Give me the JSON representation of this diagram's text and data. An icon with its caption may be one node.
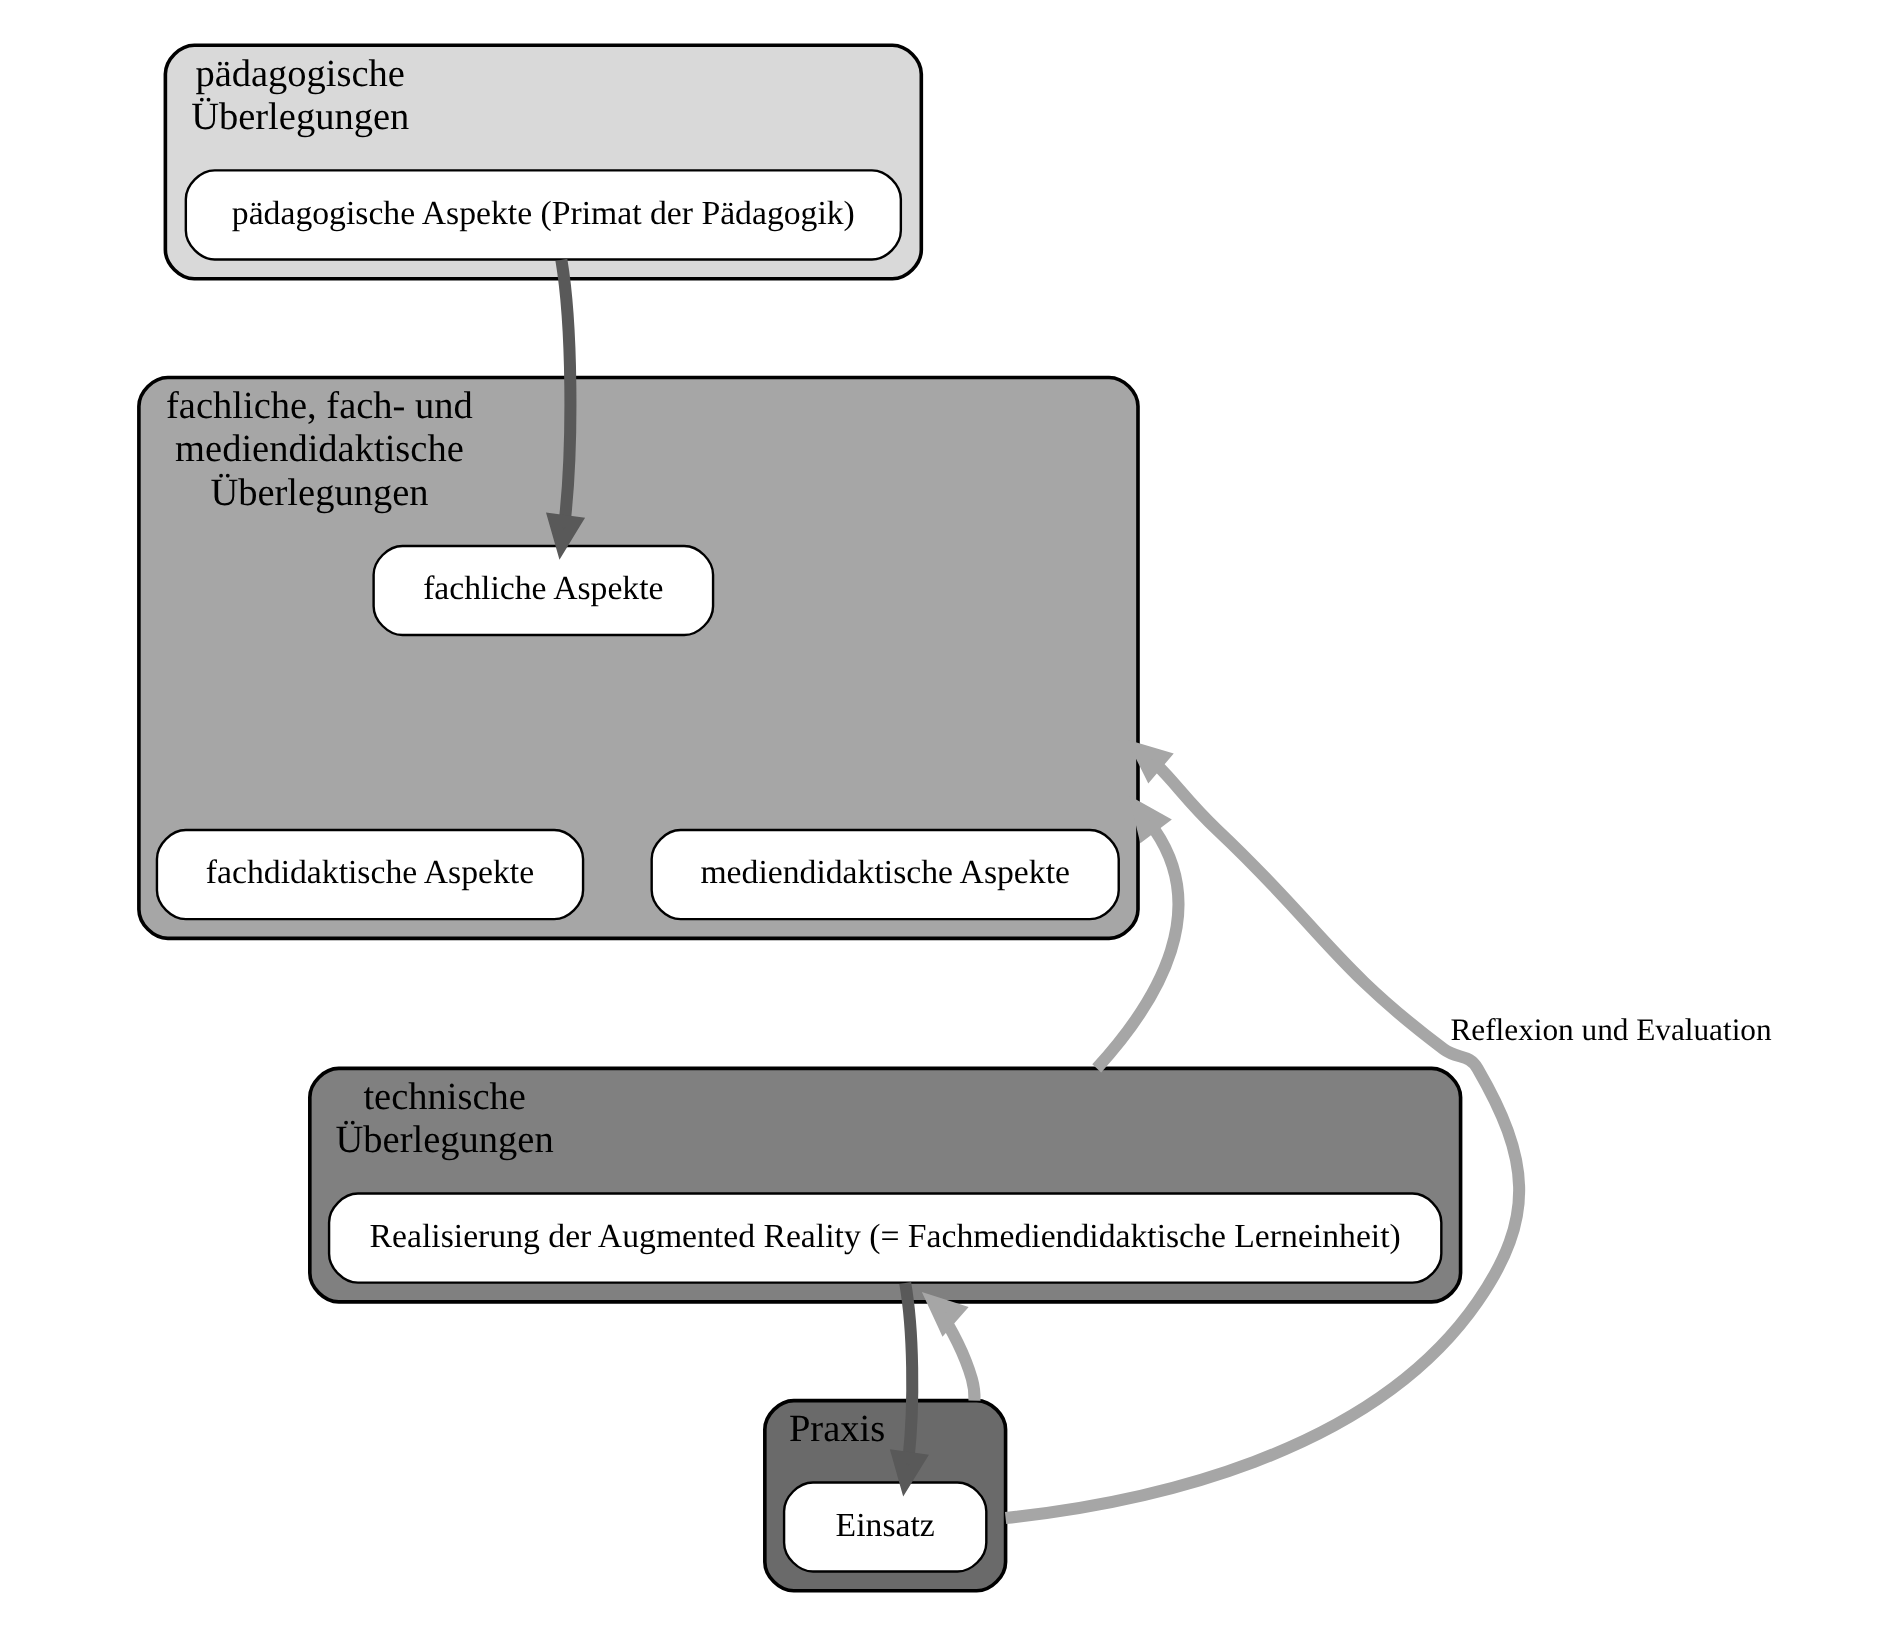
{
  "diagram": {
    "nodes": [
      {
        "text": [
          "pädagogische Überlegungen"
        ]
      },
      {
        "text": [
          "pädagogische Aspekte (Primat der Pädagogik)"
        ],
        "in": 0
      },
      {
        "text": [
          "fachliche, fach- und mediendidaktische Überlegungen"
        ]
      },
      {
        "text": [
          "fachliche Aspekte"
        ],
        "in": 2
      },
      {
        "text": [
          "fachdidaktische Aspekte"
        ],
        "in": 2
      },
      {
        "text": [
          "mediendidaktische Aspekte"
        ],
        "in": 2
      },
      {
        "text": [
          "technische Überlegungen"
        ]
      },
      {
        "text": [
          "Realisierung der Augmented Reality (= Fachmediendidaktische Lerneinheit)"
        ],
        "in": 6
      },
      {
        "text": [
          "Praxis"
        ]
      },
      {
        "text": [
          "Einsatz"
        ],
        "in": 8
      }
    ],
    "edges": [
      {
        "from": 1,
        "to": 3,
        "arrow": "to",
        "color": "#595959"
      },
      {
        "from": 7,
        "to": 9,
        "arrow": "to",
        "color": "#595959"
      },
      {
        "from": 8,
        "to": 2,
        "arrow": "to",
        "color": "#a6a6a6",
        "label": "Reflexion und Evaluation"
      },
      {
        "from": 6,
        "to": 2,
        "arrow": "to",
        "color": "#a6a6a6"
      },
      {
        "from": 8,
        "to": 6,
        "arrow": "to",
        "color": "#a6a6a6"
      }
    ]
  }
}
